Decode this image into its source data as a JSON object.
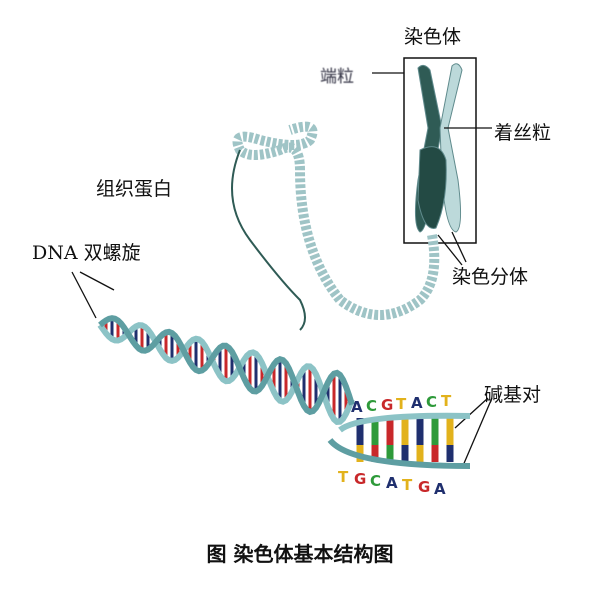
{
  "labels": {
    "chromosome": "染色体",
    "telomere": "端粒",
    "centromere": "着丝粒",
    "histone": "组织蛋白",
    "dna_helix": "DNA 双螺旋",
    "chromatid": "染色分体",
    "base_pair": "碱基对"
  },
  "bases_top": [
    "A",
    "C",
    "G",
    "T",
    "A",
    "C",
    "T"
  ],
  "bases_bottom": [
    "T",
    "G",
    "C",
    "A",
    "T",
    "G",
    "A"
  ],
  "base_colors": {
    "A": "#1f2f6e",
    "C": "#2e9a3a",
    "G": "#c8282a",
    "T": "#e2b21c"
  },
  "caption": "图  染色体基本结构图"
}
